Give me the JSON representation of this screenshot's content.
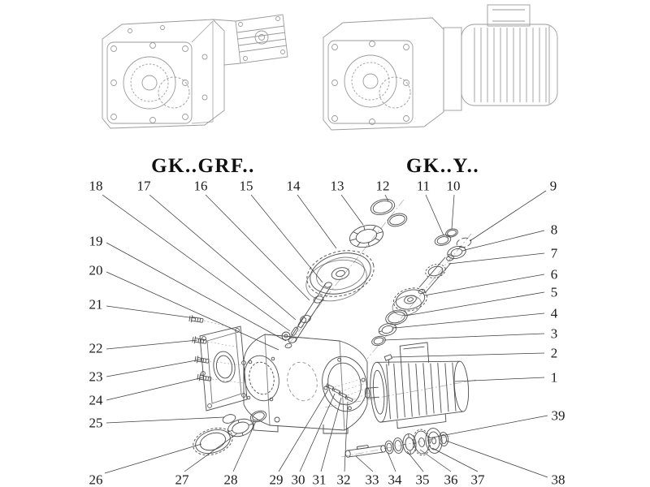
{
  "models": [
    {
      "id": "gk-grf",
      "label": "GK..GRF.."
    },
    {
      "id": "gk-y",
      "label": "GK..Y.."
    }
  ],
  "callouts": {
    "top": [
      "18",
      "17",
      "16",
      "15",
      "14",
      "13",
      "12",
      "11",
      "10",
      "9"
    ],
    "right": [
      "8",
      "7",
      "6",
      "5",
      "4",
      "3",
      "2",
      "1",
      "39",
      "38"
    ],
    "left": [
      "19",
      "20",
      "21",
      "22",
      "23",
      "24",
      "25",
      "26"
    ],
    "bottom": [
      "27",
      "28",
      "29",
      "30",
      "31",
      "32",
      "33",
      "34",
      "35",
      "36",
      "37"
    ]
  },
  "colors": {
    "background": "#ffffff",
    "sketch_line": "#9b9b9b",
    "part_line": "#4d4d4d",
    "leader_line": "#3f3f3f",
    "text": "#1b1b1b"
  }
}
